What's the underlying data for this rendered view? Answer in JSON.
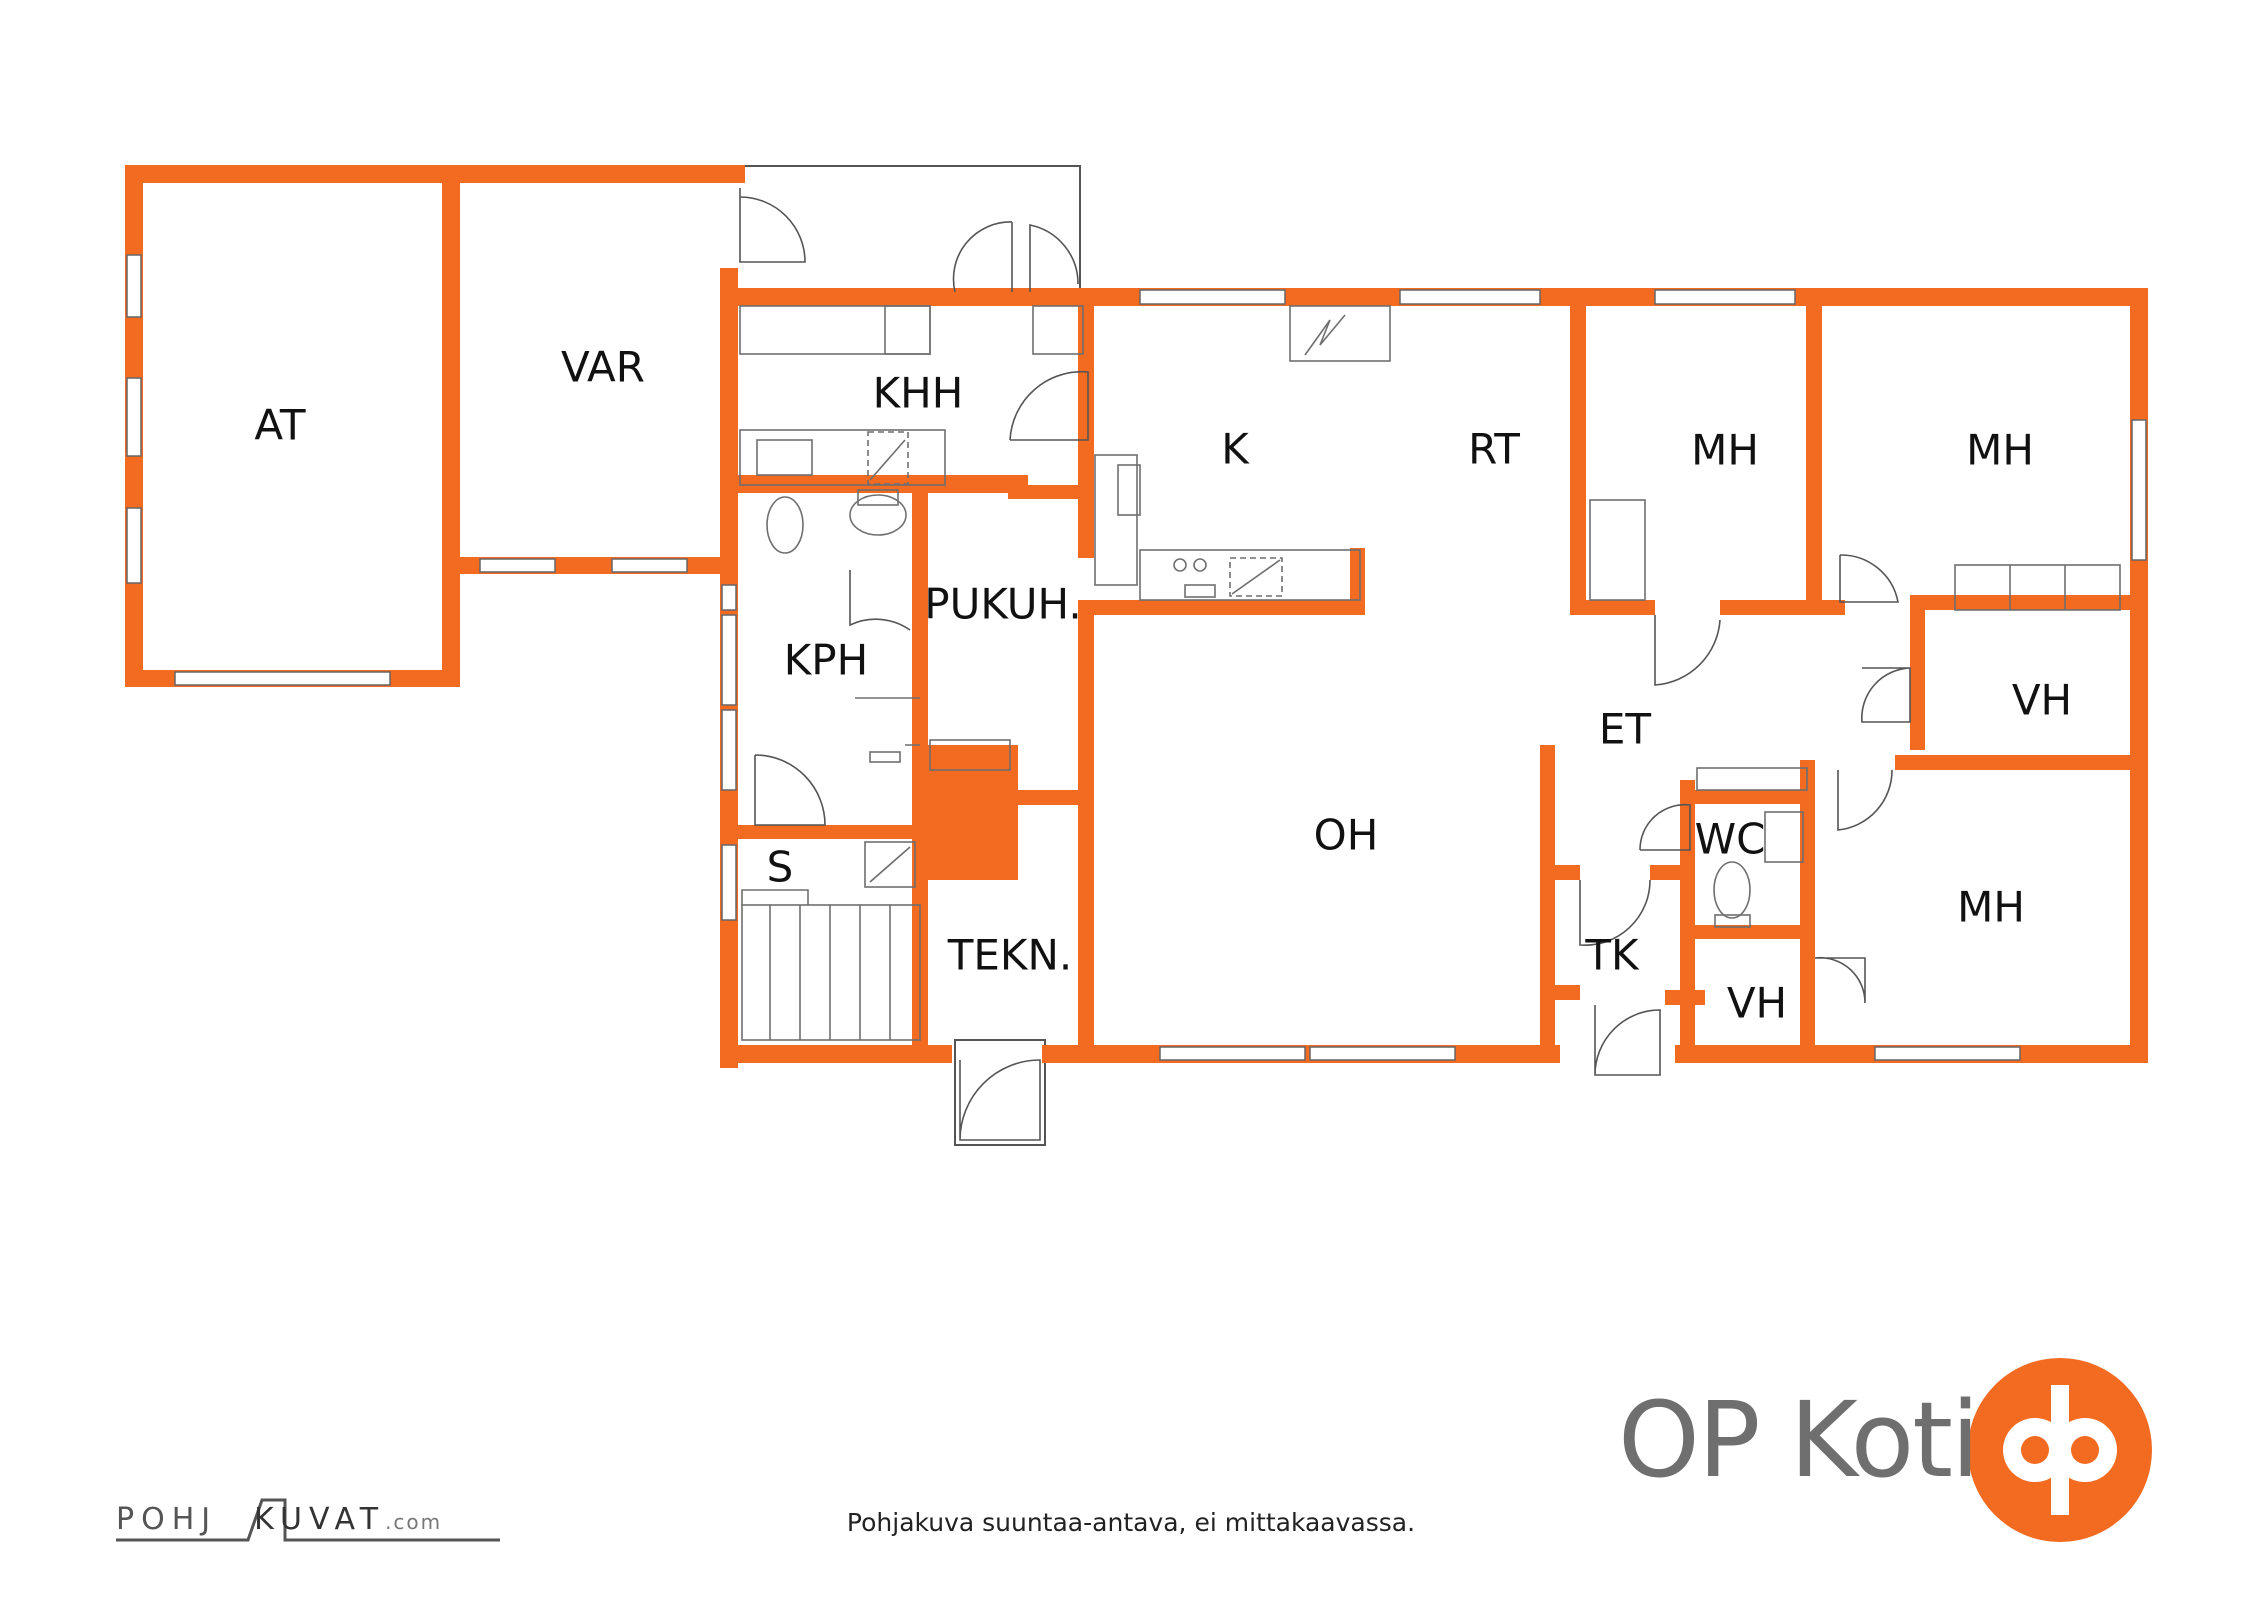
{
  "colors": {
    "wall": "#f26b21",
    "fixture": "#7a7a7a",
    "brand_text": "#6f6f6f",
    "brand_mark": "#f26b21"
  },
  "rooms": {
    "at": "AT",
    "var": "VAR",
    "khh": "KHH",
    "kph": "KPH",
    "pukuh": "PUKUH.",
    "s": "S",
    "tekn": "TEKN.",
    "k": "K",
    "rt": "RT",
    "oh": "OH",
    "mh1": "MH",
    "mh2": "MH",
    "mh3": "MH",
    "vh1": "VH",
    "vh2": "VH",
    "et": "ET",
    "wc": "WC",
    "tk": "TK"
  },
  "caption": "Pohjakuva suuntaa-antava, ei mittakaavassa.",
  "brand": {
    "name": "OP Koti",
    "icon": "op-logo-icon"
  },
  "watermark": {
    "part1": "POHJ",
    "part2": "KUVAT",
    "domain": ".com"
  }
}
